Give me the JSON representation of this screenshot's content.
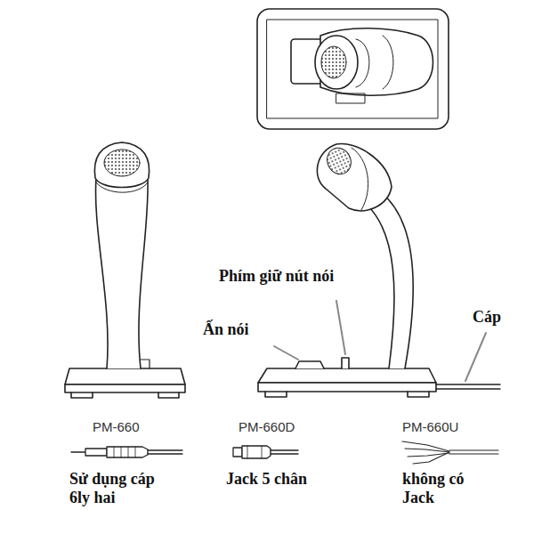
{
  "diagram": {
    "labels": [
      "Phím giữ nút nói",
      "Ấn nói",
      "Cáp",
      "PM-660",
      "PM-660D",
      "PM-660U",
      "Sử dụng cáp 6ly hai",
      "Jack 5 chân",
      "không có Jack"
    ]
  }
}
